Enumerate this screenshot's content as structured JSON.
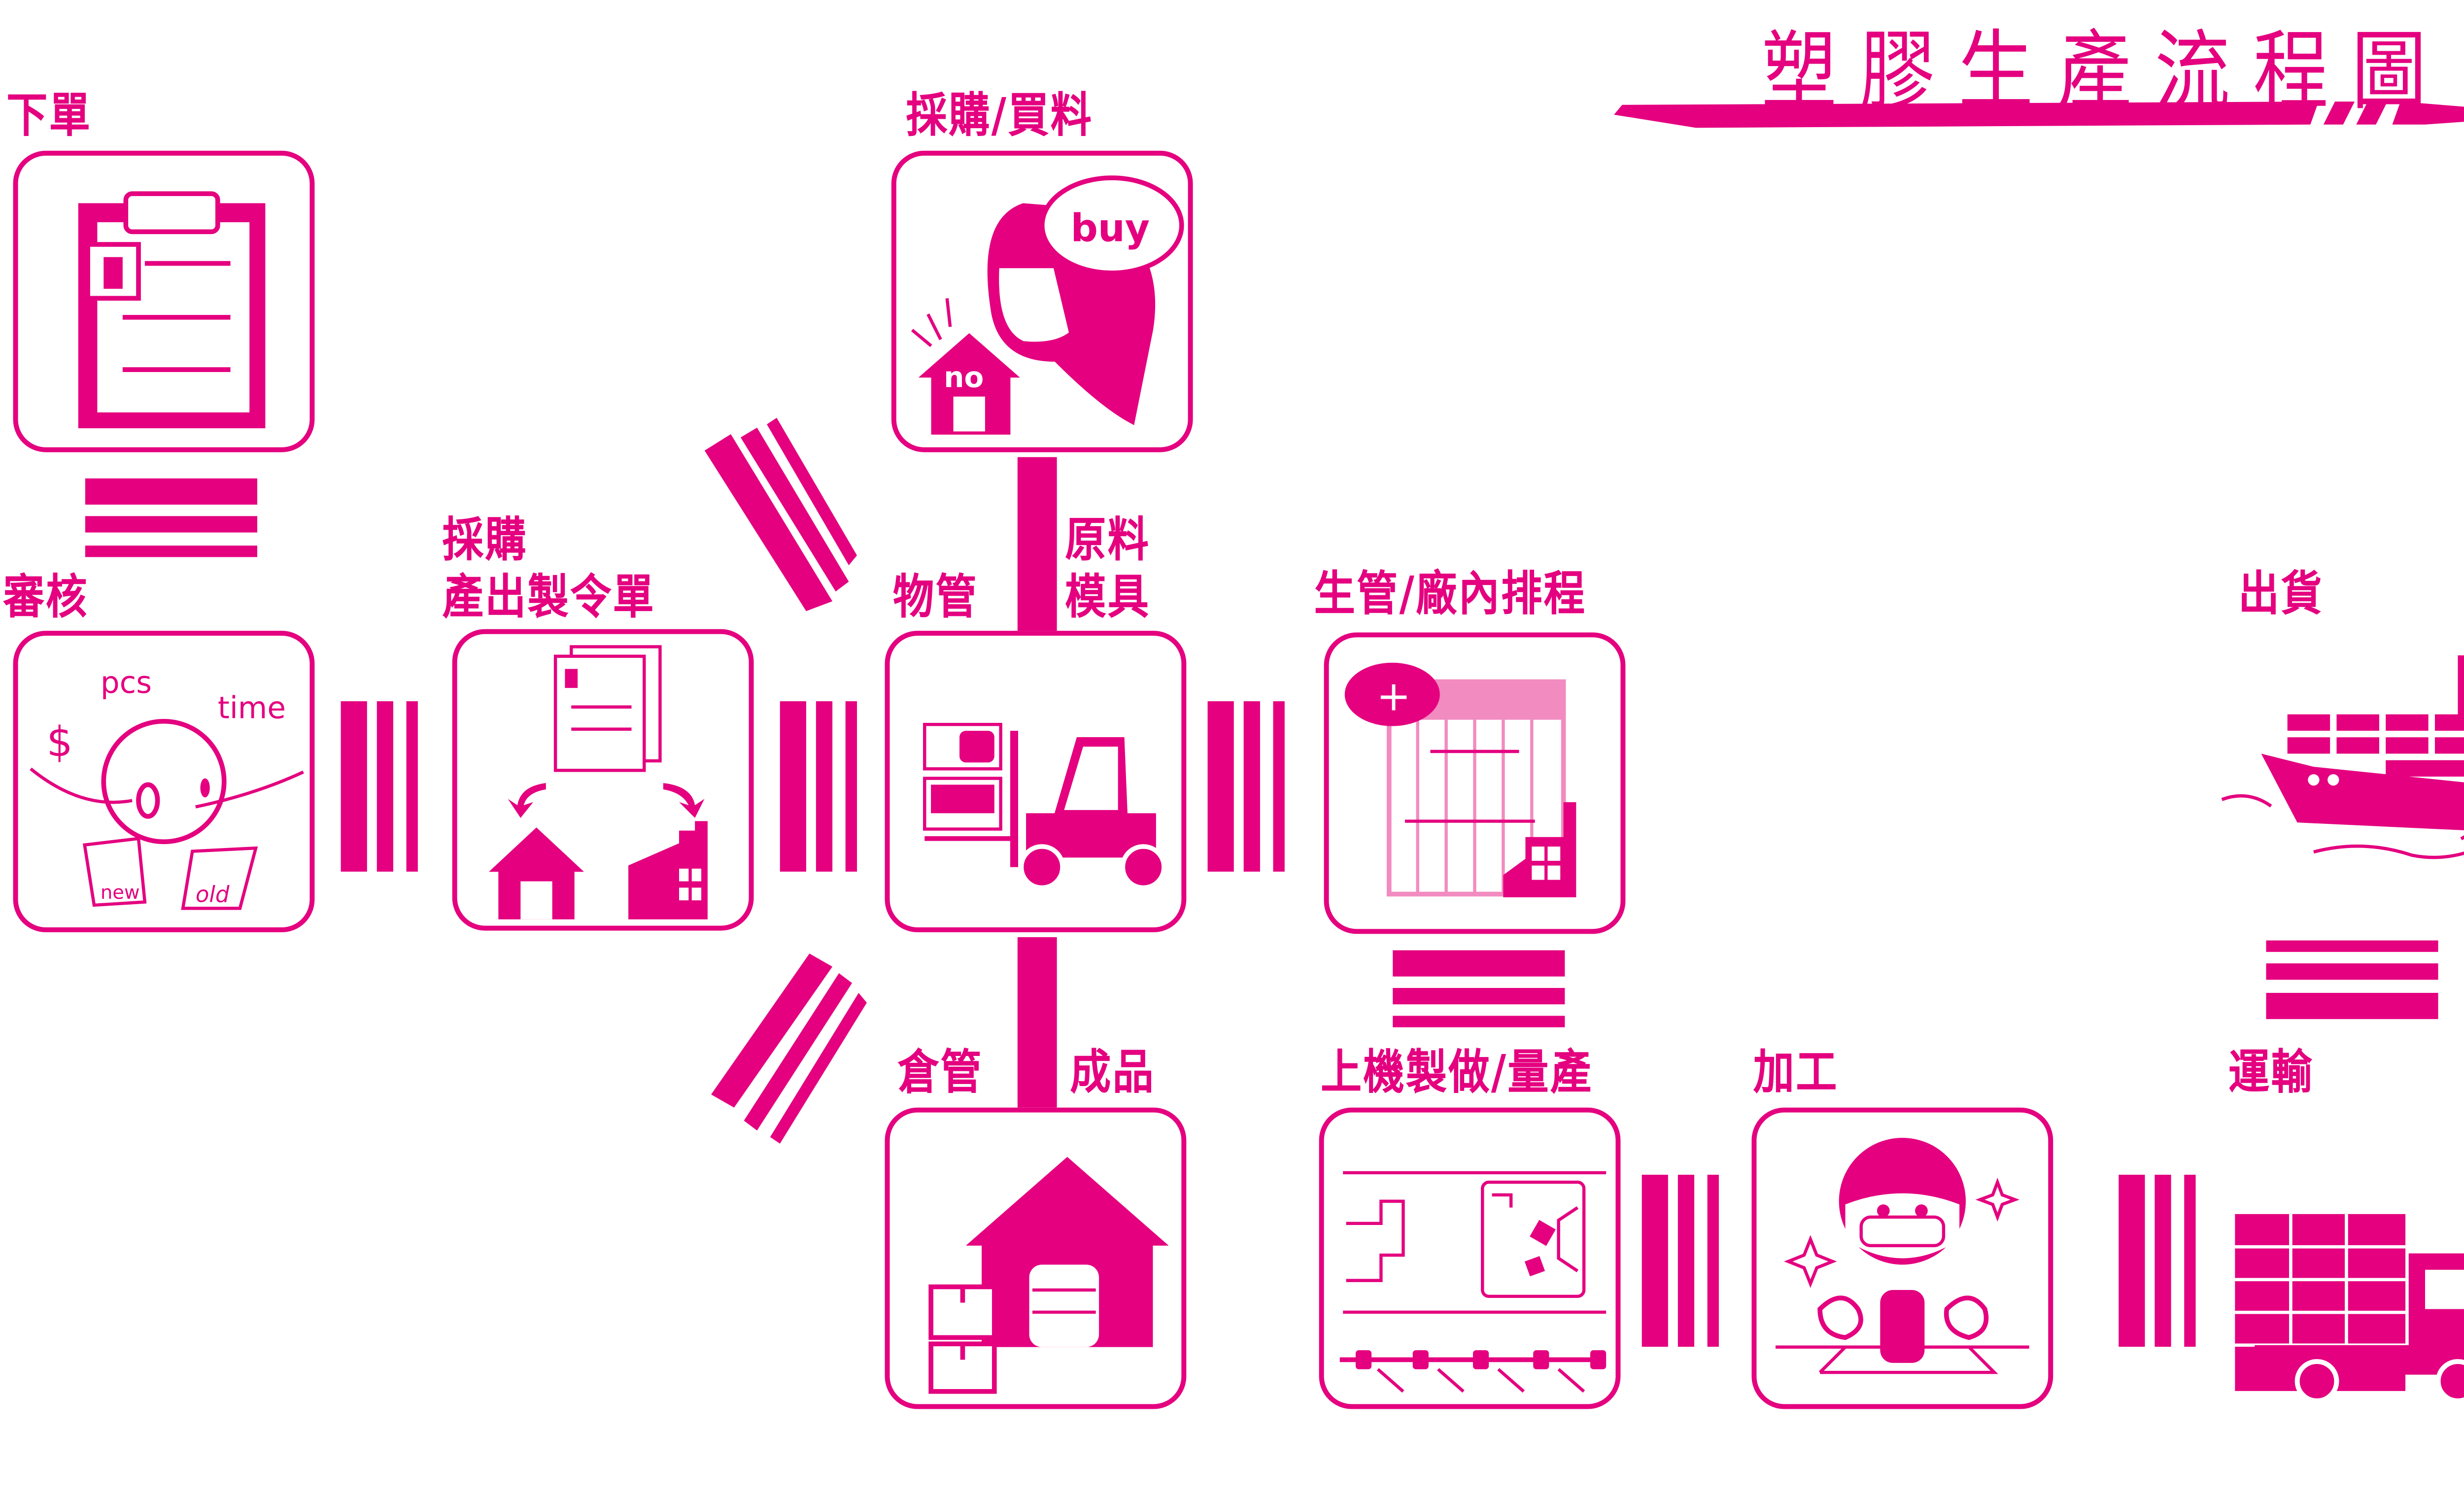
{
  "title": "塑膠生產流程圖",
  "colors": {
    "accent": "#e4007f",
    "light": "#f18bc0"
  },
  "steps": {
    "order": "下單",
    "review": "審核",
    "purchase_order_a": "採購",
    "purchase_order_b": "產出製令單",
    "buy_material": "採購/買料",
    "material_mgmt": "物管",
    "raw_material": "原料",
    "mold": "模具",
    "production_schedule": "生管/廠內排程",
    "shipping": "出貨",
    "warehouse": "倉管",
    "finished_goods": "成品",
    "mass_production": "上機製做/量產",
    "processing": "加工",
    "transport": "運輸"
  },
  "icon_text": {
    "pcs": "pcs",
    "time": "time",
    "dollar": "$",
    "new": "new",
    "old": "old",
    "buy": "buy",
    "no": "no",
    "plus": "+"
  }
}
